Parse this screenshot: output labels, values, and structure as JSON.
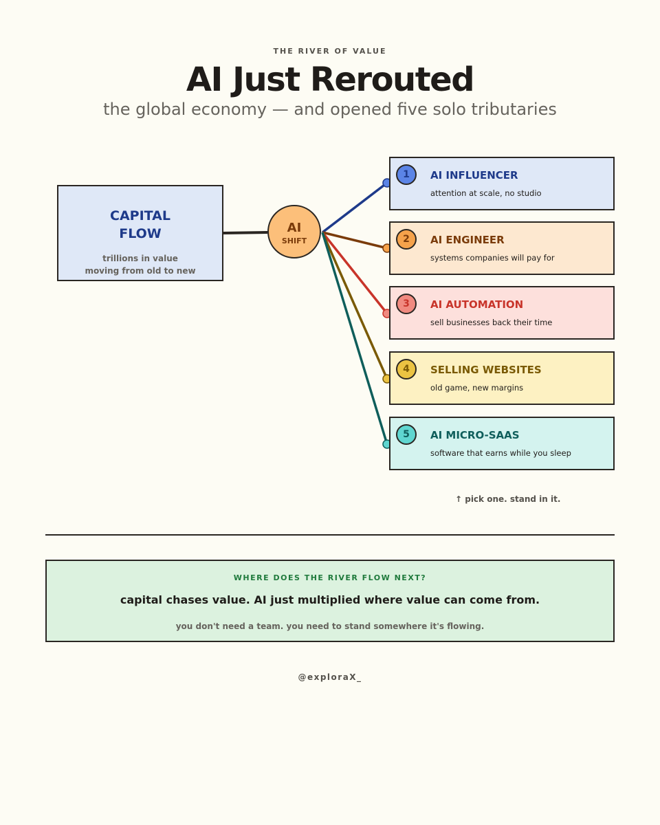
{
  "header": {
    "kicker": "THE RIVER OF VALUE",
    "title": "AI Just Rerouted",
    "subtitle": "the global economy — and opened five solo tributaries"
  },
  "source": {
    "title_line1": "CAPITAL",
    "title_line2": "FLOW",
    "sub_line1": "trillions in value",
    "sub_line2": "moving from old to new",
    "fill": "#dfe8f7",
    "text_color": "#1e3a8a"
  },
  "hub": {
    "line1": "AI",
    "line2": "SHIFT",
    "fill": "#fcbf7a",
    "text_color": "#7a3b0a"
  },
  "tributaries": [
    {
      "num": "1",
      "name": "AI INFLUENCER",
      "desc": "attention at scale, no studio",
      "fill": "#dfe8f7",
      "accent": "#1e3a8a",
      "line": "#1e3a8a",
      "dot": "#5b84e6"
    },
    {
      "num": "2",
      "name": "AI ENGINEER",
      "desc": "systems companies will pay for",
      "fill": "#fde8d0",
      "accent": "#7a3b0a",
      "line": "#7a3b0a",
      "dot": "#f5a24b"
    },
    {
      "num": "3",
      "name": "AI AUTOMATION",
      "desc": "sell businesses back their time",
      "fill": "#fde0dc",
      "accent": "#c8342a",
      "line": "#c8342a",
      "dot": "#f08a80"
    },
    {
      "num": "4",
      "name": "SELLING WEBSITES",
      "desc": "old game, new margins",
      "fill": "#fdf1c2",
      "accent": "#7a5a05",
      "line": "#7a5a05",
      "dot": "#ebc342"
    },
    {
      "num": "5",
      "name": "AI MICRO-SAAS",
      "desc": "software that earns while you sleep",
      "fill": "#d4f3ef",
      "accent": "#0f5e5b",
      "line": "#0f5e5b",
      "dot": "#5fd6d0"
    }
  ],
  "pick_note": "↑ pick one. stand in it.",
  "callout": {
    "question": "WHERE DOES THE RIVER FLOW NEXT?",
    "main": "capital chases value. AI just multiplied where value can come from.",
    "sub": "you don't need a team. you need to stand somewhere it's flowing.",
    "fill": "#dcf2df",
    "accent": "#1f7a3c"
  },
  "handle": "@exploraX_"
}
